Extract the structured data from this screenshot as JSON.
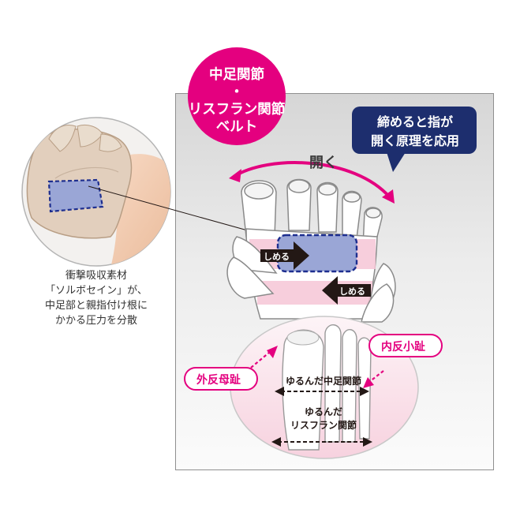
{
  "belt_badge": {
    "line1": "中足関節",
    "line2": "・",
    "line3": "リスフラン関節",
    "line4": "ベルト"
  },
  "principle_bubble": {
    "line1": "締めると指が",
    "line2": "開く原理を応用"
  },
  "open_label": "開く",
  "tighten_arrows": {
    "upper": "しめる",
    "lower": "しめる"
  },
  "bunion_tags": {
    "left": "外反母趾",
    "right": "内反小趾"
  },
  "relaxed_joints": {
    "midfoot": "ゆるんだ中足関節",
    "lisfranc_line1": "ゆるんだ",
    "lisfranc_line2": "リスフラン関節"
  },
  "caption": {
    "line1": "衝撃吸収素材",
    "line2": "「ソルボセイン」が、",
    "line3": "中足部と親指付け根に",
    "line4": "かかる圧力を分散"
  },
  "colors": {
    "accent_magenta": "#e4007f",
    "bubble_navy": "#1d2e6e",
    "pad_blue": "#9aa6d6",
    "belt_pink": "#f6c6d6"
  }
}
